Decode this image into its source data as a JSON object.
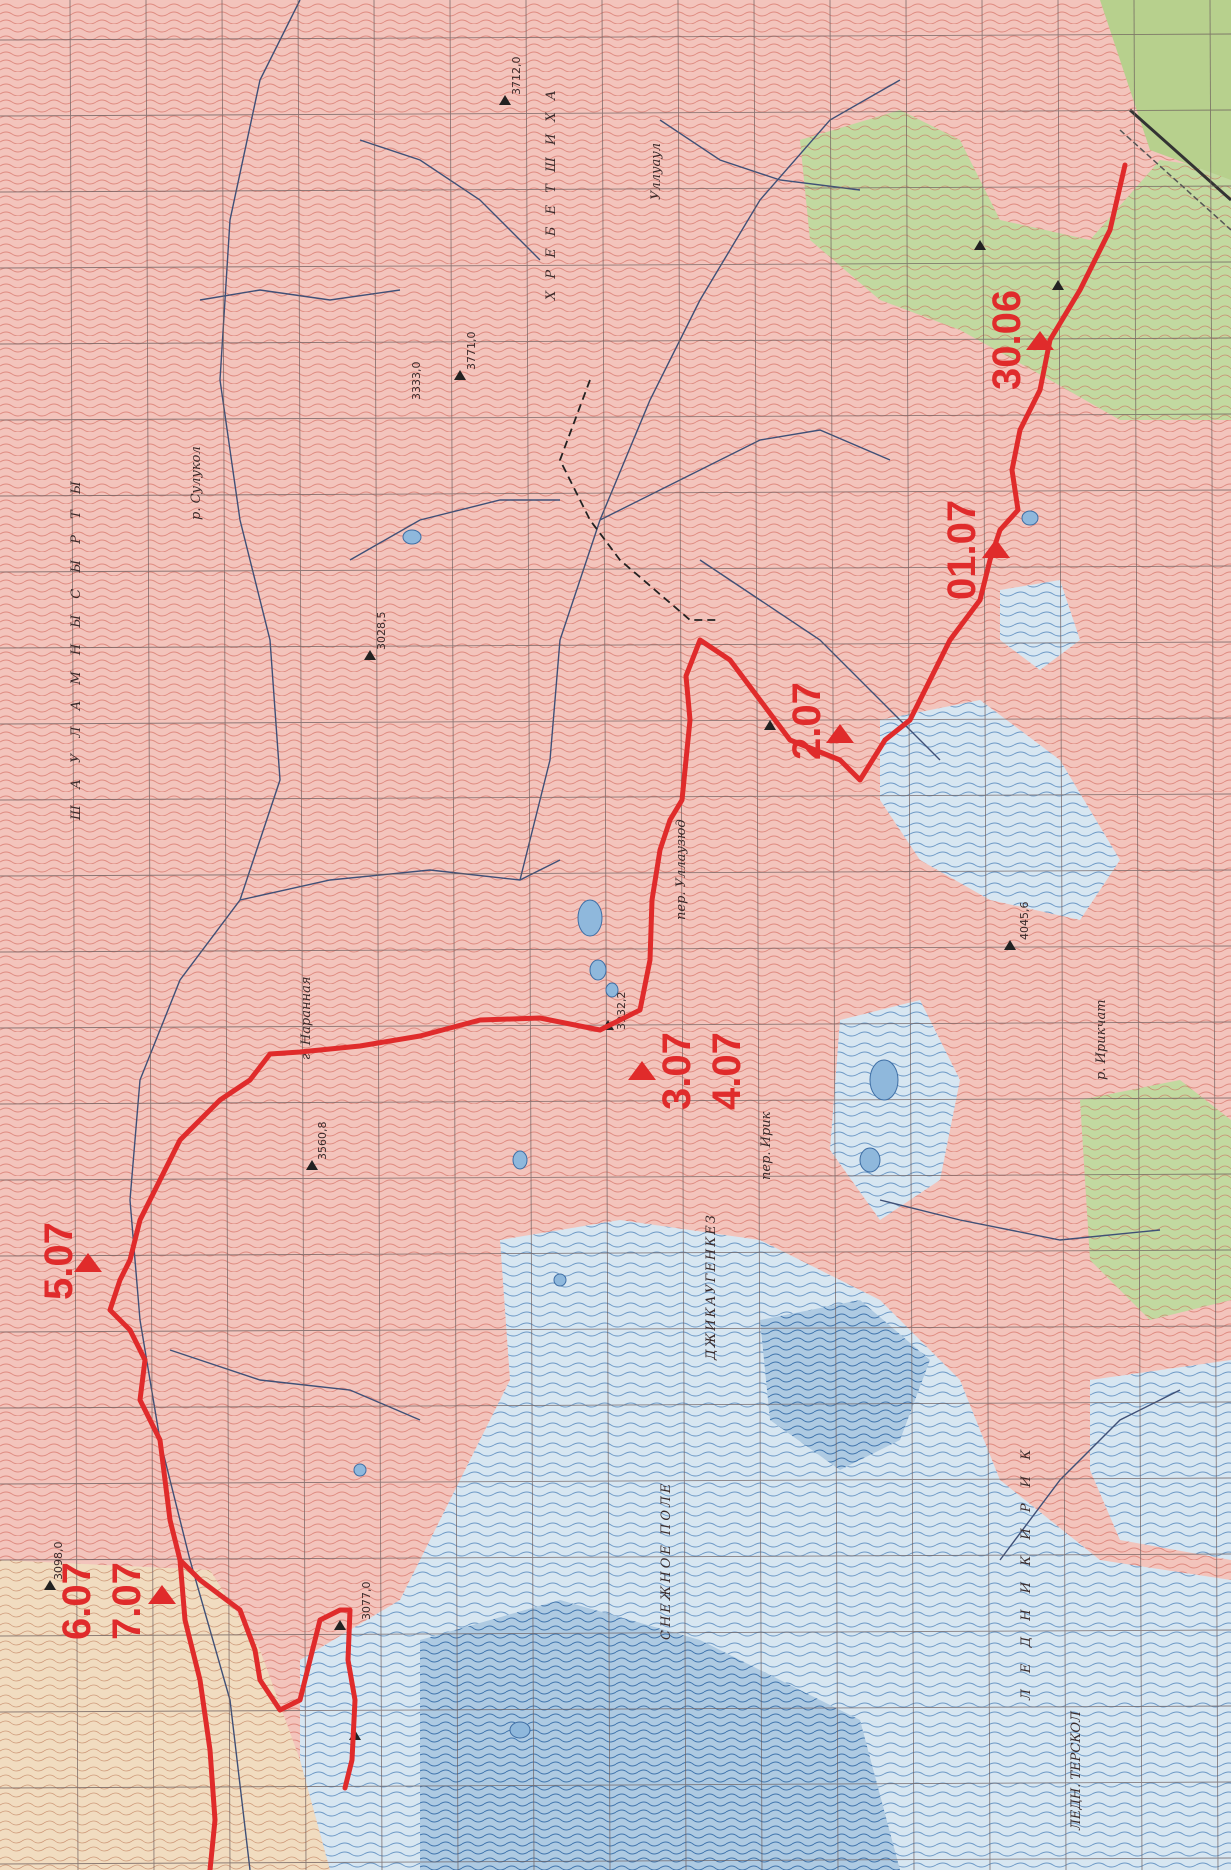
{
  "route": {
    "color": "#e02b2b",
    "camps": [
      {
        "label": "30.06"
      },
      {
        "label": "01.07"
      },
      {
        "label": "2.07"
      },
      {
        "label": "3.07"
      },
      {
        "label": "4.07"
      },
      {
        "label": "5.07"
      },
      {
        "label": "6.07"
      },
      {
        "label": "7.07"
      }
    ]
  },
  "map_text": {
    "ridge_top": "Ш А У Л А М Н Ы С Ы Р Т Ы",
    "ridge_right": "Х Р Е Б Е Т   Ш И Х А",
    "lednik_irik": "Л Е Д Н И К   И Р И К",
    "lednik_terskol": "ЛЕДН. ТЕРСКОЛ",
    "snowfield": "СНЕЖНОЕ ПОЛЕ",
    "glacier_dzhikaugenkez": "ДЖИКАУГЕНКЕЗ",
    "pass_naranaya": "г. Наранная",
    "pass_irik": "пер. Ирик",
    "river_irik": "р. Ирикчат",
    "pass_ullauz": "пер. Уллаузюд",
    "peak_4045": "4045,6",
    "peak_3932": "3932,2",
    "peak_3560": "3560,8",
    "peak_3028": "3028,5",
    "peak_3712": "3712,0",
    "peak_3771": "3771,0",
    "peak_3333": "3333,0",
    "peak_3098": "3098,0",
    "peak_3077": "3077,0",
    "river_sulyk": "р. Сулукол",
    "ulluaul": "Уллуаул"
  },
  "colors": {
    "rock": "#f3c4bc",
    "contour": "#d9756b",
    "glacier": "#cfe2ef",
    "glacier_contour": "#5b8fc0",
    "forest": "#bcd59a",
    "grid": "#6b5c5c",
    "river": "#3a4f7a",
    "brown_area": "#f0d8b8"
  }
}
